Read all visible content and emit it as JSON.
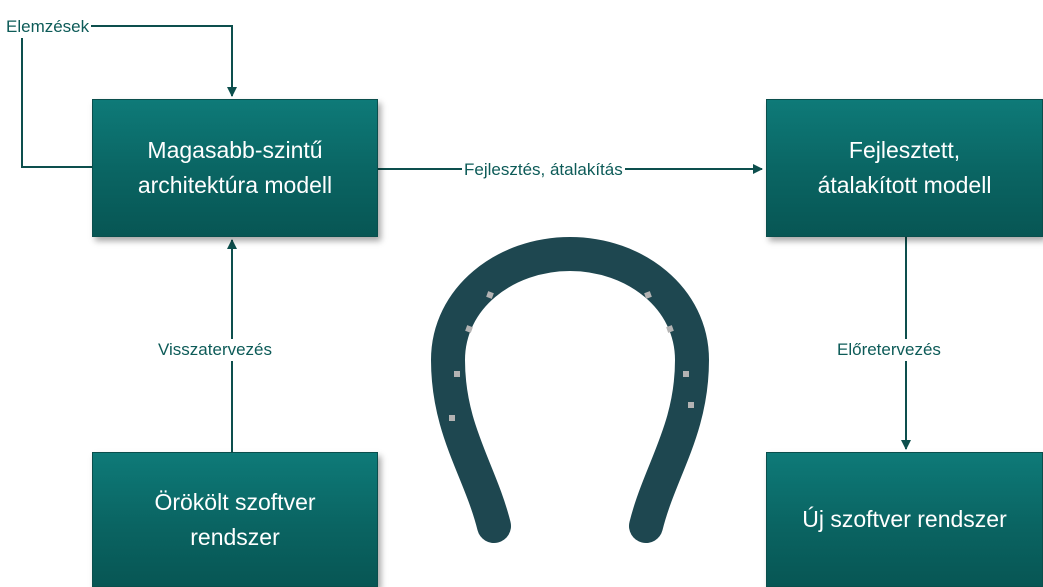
{
  "diagram": {
    "boxes": {
      "higher_level_model": "Magasabb-szintű\narchitektúra modell",
      "developed_model": "Fejlesztett,\nátalakított modell",
      "legacy_system": "Örökölt szoftver\nrendszer",
      "new_system": "Új szoftver rendszer"
    },
    "edges": {
      "analysis": "Elemzések",
      "development": "Fejlesztés, átalakítás",
      "reverse_engineering": "Visszatervezés",
      "forward_engineering": "Előretervezés"
    },
    "colors": {
      "box_fill": "#0a6462",
      "line": "#0d4f4d",
      "label_text": "#0d5b58",
      "horseshoe": "#1e4750",
      "nail_holes": "#b3b3b3"
    },
    "icons": {
      "center_symbol": "horseshoe-icon"
    }
  }
}
